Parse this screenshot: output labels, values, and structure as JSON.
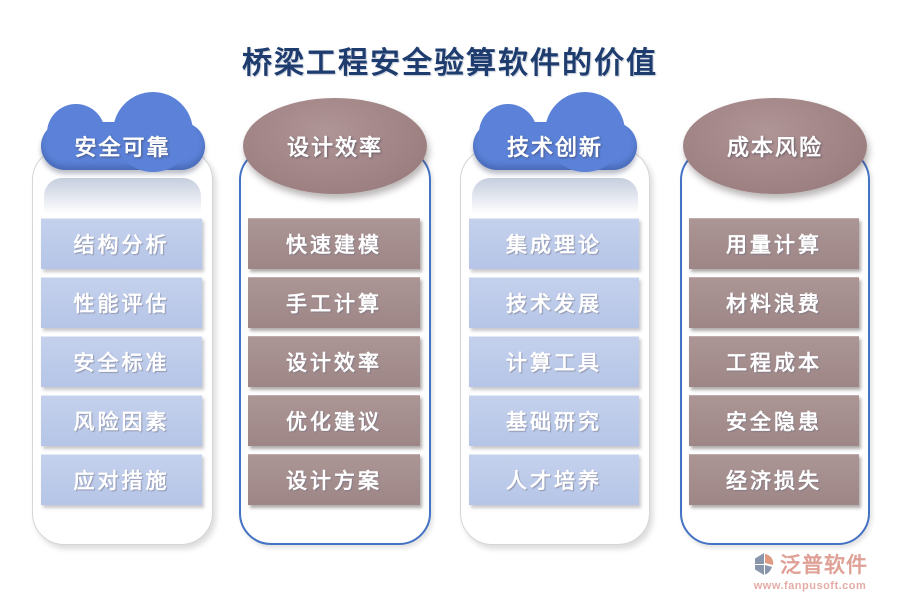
{
  "title": "桥梁工程安全验算软件的价值",
  "columns": [
    {
      "header": "安全可靠",
      "shape": "cloud",
      "items": [
        "结构分析",
        "性能评估",
        "安全标准",
        "风险因素",
        "应对措施"
      ]
    },
    {
      "header": "设计效率",
      "shape": "ellipse",
      "items": [
        "快速建模",
        "手工计算",
        "设计效率",
        "优化建议",
        "设计方案"
      ]
    },
    {
      "header": "技术创新",
      "shape": "cloud",
      "items": [
        "集成理论",
        "技术发展",
        "计算工具",
        "基础研究",
        "人才培养"
      ]
    },
    {
      "header": "成本风险",
      "shape": "ellipse",
      "items": [
        "用量计算",
        "材料浪费",
        "工程成本",
        "安全隐患",
        "经济损失"
      ]
    }
  ],
  "footer": {
    "brand": "泛普软件",
    "url": "www.fanpusoft.com"
  },
  "colors": {
    "title_text": "#1e3c6e",
    "cloud_blue": "#5b82d8",
    "ellipse_mauve": "#a08384",
    "item_blue": "#b6c5e7",
    "item_mauve": "#9e8686",
    "panel_border_gray": "#d6d6d6",
    "panel_border_blue": "#4472c4",
    "brand_salmon": "#dfa096",
    "logo_slate": "#8995aa"
  }
}
